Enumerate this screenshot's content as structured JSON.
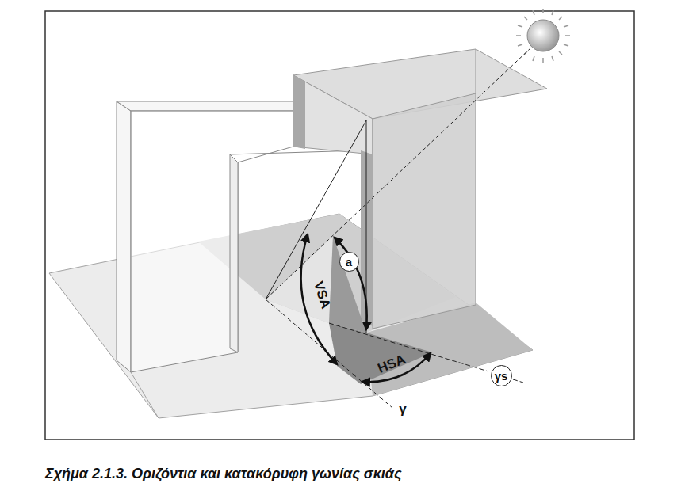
{
  "diagram": {
    "caption": "Σχήμα 2.1.3. Οριζόντια και κατακόρυφη γωνίας σκιάς",
    "nodes": [
      {
        "text": [
          "a"
        ]
      },
      {
        "text": [
          "γs"
        ]
      }
    ],
    "labels": [
      "VSA",
      "HSA",
      "γ"
    ]
  }
}
